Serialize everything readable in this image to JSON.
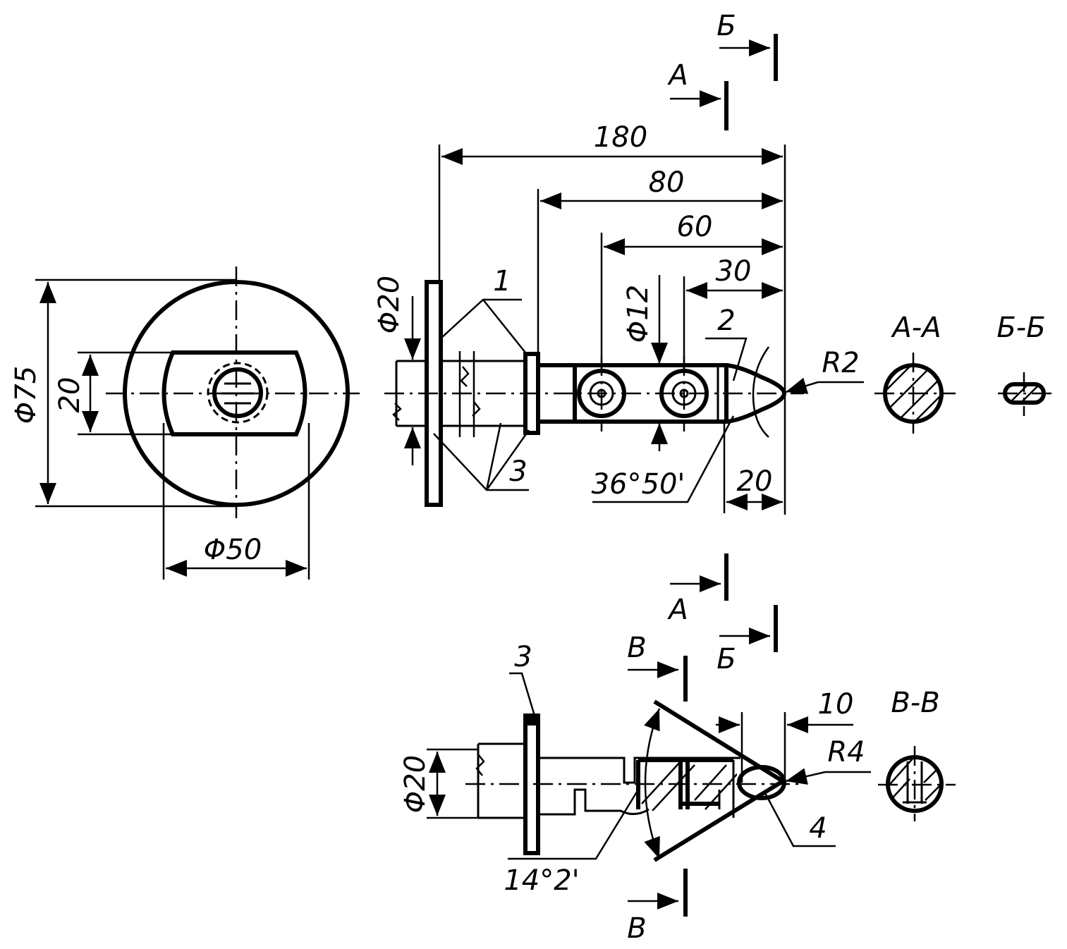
{
  "labels": {
    "dim_180": "180",
    "dim_80": "80",
    "dim_60": "60",
    "dim_30": "30",
    "dim_20_right": "20",
    "dim_phi75": "Φ75",
    "dim_20_left": "20",
    "dim_phi50": "Φ50",
    "dim_phi20_top": "Φ20",
    "dim_phi12": "Φ12",
    "dim_phi20_bottom": "Φ20",
    "dim_10": "10",
    "r2": "R2",
    "r4": "R4",
    "angle_top": "36°50'",
    "angle_bottom": "14°2'",
    "part_1": "1",
    "part_2": "2",
    "part_3_top": "3",
    "part_3_bottom": "3",
    "part_4": "4",
    "section_a_a": "А-А",
    "section_b_b": "Б-Б",
    "section_v_v": "В-В",
    "cut_a_top": "А",
    "cut_b_top": "Б",
    "cut_a_bottom": "А",
    "cut_b_bottom": "Б",
    "cut_v_top": "В",
    "cut_v_bottom": "В"
  }
}
